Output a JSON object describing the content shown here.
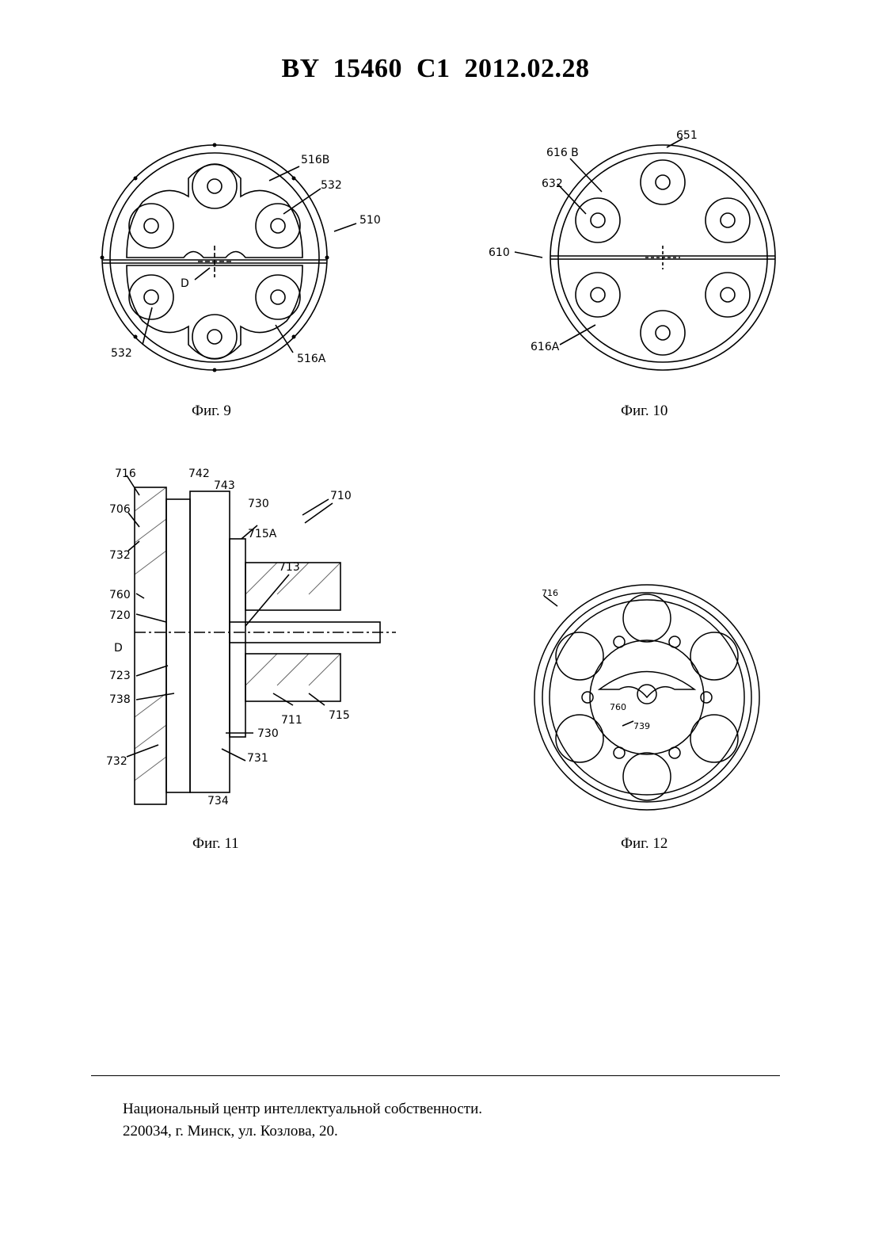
{
  "header": {
    "title": "BY  15460  C1  2012.02.28"
  },
  "figures": {
    "fig9": {
      "caption": "Фиг. 9",
      "labels": {
        "a": "516B",
        "b": "532",
        "c": "510",
        "d": "D",
        "e": "532",
        "f": "516A"
      }
    },
    "fig10": {
      "caption": "Фиг. 10",
      "labels": {
        "a": "651",
        "b": "616 B",
        "c": "632",
        "d": "610",
        "e": "616A"
      }
    },
    "fig11": {
      "caption": "Фиг. 11",
      "labels": {
        "l716": "716",
        "l742": "742",
        "l743": "743",
        "l730a": "730",
        "l710": "710",
        "l706": "706",
        "l715A": "715A",
        "l732a": "732",
        "l713": "713",
        "l760": "760",
        "l720": "720",
        "lD": "D",
        "l723": "723",
        "l738": "738",
        "l711": "711",
        "l715": "715",
        "l730b": "730",
        "l732b": "732",
        "l731": "731",
        "l734": "734"
      }
    },
    "fig12": {
      "caption": "Фиг. 12",
      "labels": {
        "a": "716",
        "b": "760",
        "c": "739"
      }
    }
  },
  "footer": {
    "line1": "Национальный центр интеллектуальной собственности.",
    "line2": "220034, г. Минск, ул. Козлова, 20."
  }
}
